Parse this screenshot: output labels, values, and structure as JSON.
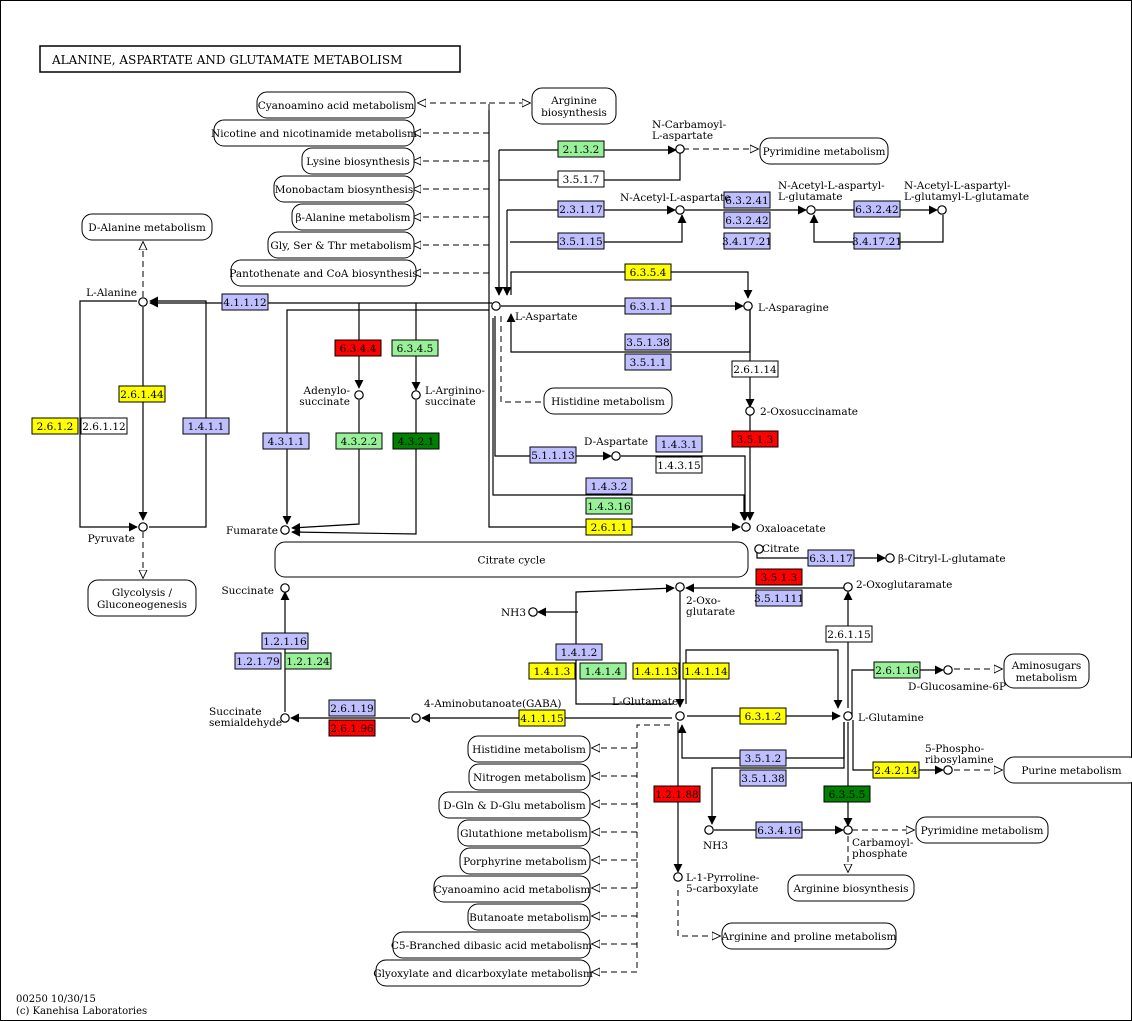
{
  "title": "ALANINE,  ASPARTATE  AND  GLUTAMATE  METABOLISM",
  "footer": {
    "line1": "00250 10/30/15",
    "line2": "(c) Kanehisa Laboratories"
  },
  "colors": {
    "yellow": "#ffff00",
    "lavender": "#bfbfff",
    "light-green": "#98f098",
    "red": "#ff0000",
    "dark-green": "#008000",
    "white": "#ffffff"
  },
  "pathways": [
    {
      "id": "pw-cyanoamino-top",
      "label": "Cyanoamino acid metabolism"
    },
    {
      "id": "pw-arginine-biosynthesis-top",
      "label": "Arginine biosynthesis"
    },
    {
      "id": "pw-nicotine",
      "label": "Nicotine and nicotinamide metabolism"
    },
    {
      "id": "pw-pyrimidine-top",
      "label": "Pyrimidine metabolism"
    },
    {
      "id": "pw-lysine",
      "label": "Lysine biosynthesis"
    },
    {
      "id": "pw-monobactam",
      "label": "Monobactam biosynthesis"
    },
    {
      "id": "pw-beta-alanine",
      "label": "β-Alanine metabolism"
    },
    {
      "id": "pw-d-alanine",
      "label": "D-Alanine metabolism"
    },
    {
      "id": "pw-gly-ser-thr",
      "label": "Gly, Ser & Thr metabolism"
    },
    {
      "id": "pw-pantothenate",
      "label": "Pantothenate and CoA biosynthesis"
    },
    {
      "id": "pw-histidine-top",
      "label": "Histidine metabolism"
    },
    {
      "id": "pw-glycolysis",
      "label": "Glycolysis / Gluconeogenesis"
    },
    {
      "id": "pw-citrate-cycle",
      "label": "Citrate cycle"
    },
    {
      "id": "pw-aminosugars",
      "label": "Aminosugars metabolism"
    },
    {
      "id": "pw-histidine",
      "label": "Histidine metabolism"
    },
    {
      "id": "pw-nitrogen",
      "label": "Nitrogen metabolism"
    },
    {
      "id": "pw-purine",
      "label": "Purine metabolism"
    },
    {
      "id": "pw-d-gln",
      "label": "D-Gln & D-Glu metabolism"
    },
    {
      "id": "pw-glutathione",
      "label": "Glutathione metabolism"
    },
    {
      "id": "pw-pyrimidine",
      "label": "Pyrimidine metabolism"
    },
    {
      "id": "pw-porphyrine",
      "label": "Porphyrine metabolism"
    },
    {
      "id": "pw-cyanoamino",
      "label": "Cyanoamino acid metabolism"
    },
    {
      "id": "pw-arginine-biosynthesis",
      "label": "Arginine biosynthesis"
    },
    {
      "id": "pw-butanoate",
      "label": "Butanoate metabolism"
    },
    {
      "id": "pw-arginine-proline",
      "label": "Arginine and proline metabolism"
    },
    {
      "id": "pw-c5-branched",
      "label": "C5-Branched dibasic acid metabolism"
    },
    {
      "id": "pw-glyoxylate",
      "label": "Glyoxylate and dicarboxylate metabolism"
    }
  ],
  "compounds": [
    {
      "id": "l-alanine",
      "label": "L-Alanine"
    },
    {
      "id": "pyruvate",
      "label": "Pyruvate"
    },
    {
      "id": "n-carbamoyl-l-aspartate",
      "label": "N-Carbamoyl-L-aspartate"
    },
    {
      "id": "n-acetyl-l-aspartate",
      "label": "N-Acetyl-L-aspartate"
    },
    {
      "id": "n-acetyl-aspartyl-glutamate",
      "label": "N-Acetyl-L-aspartyl-L-glutamate"
    },
    {
      "id": "n-acetyl-aspartyl-glutamyl-glutamate",
      "label": "N-Acetyl-L-aspartyl-L-glutamyl-L-glutamate"
    },
    {
      "id": "l-aspartate",
      "label": "L-Aspartate"
    },
    {
      "id": "l-asparagine",
      "label": "L-Asparagine"
    },
    {
      "id": "adenylosuccinate",
      "label": "Adenylo-succinate"
    },
    {
      "id": "l-argininosuccinate",
      "label": "L-Arginino-succinate"
    },
    {
      "id": "2-oxosuccinamate",
      "label": "2-Oxosuccinamate"
    },
    {
      "id": "d-aspartate",
      "label": "D-Aspartate"
    },
    {
      "id": "fumarate",
      "label": "Fumarate"
    },
    {
      "id": "oxaloacetate",
      "label": "Oxaloacetate"
    },
    {
      "id": "citrate",
      "label": "Citrate"
    },
    {
      "id": "beta-citryl-l-glutamate",
      "label": "β-Citryl-L-glutamate"
    },
    {
      "id": "succinate",
      "label": "Succinate"
    },
    {
      "id": "2-oxoglutarate",
      "label": "2-Oxo-glutarate"
    },
    {
      "id": "2-oxoglutaramate",
      "label": "2-Oxoglutaramate"
    },
    {
      "id": "nh3-top",
      "label": "NH3"
    },
    {
      "id": "d-glucosamine-6p",
      "label": "D-Glucosamine-6P"
    },
    {
      "id": "succinate-semialdehyde",
      "label": "Succinate semialdehyde"
    },
    {
      "id": "gaba",
      "label": "4-Aminobutanoate(GABA)"
    },
    {
      "id": "l-glutamate",
      "label": "L-Glutamate"
    },
    {
      "id": "l-glutamine",
      "label": "L-Glutamine"
    },
    {
      "id": "5-phosphoribosylamine",
      "label": "5-Phospho-ribosylamine"
    },
    {
      "id": "nh3-bottom",
      "label": "NH3"
    },
    {
      "id": "carbamoyl-phosphate",
      "label": "Carbamoyl-phosphate"
    },
    {
      "id": "l-1-pyrroline-5-carboxylate",
      "label": "L-1-Pyrroline-5-carboxylate"
    }
  ],
  "enzymes": [
    {
      "id": "e-2-1-3-2",
      "label": "2.1.3.2",
      "color": "light-green"
    },
    {
      "id": "e-3-5-1-7",
      "label": "3.5.1.7",
      "color": "white"
    },
    {
      "id": "e-2-3-1-17",
      "label": "2.3.1.17",
      "color": "lavender"
    },
    {
      "id": "e-6-3-2-41",
      "label": "6.3.2.41",
      "color": "lavender"
    },
    {
      "id": "e-6-3-2-42-a",
      "label": "6.3.2.42",
      "color": "lavender"
    },
    {
      "id": "e-6-3-2-42-b",
      "label": "6.3.2.42",
      "color": "lavender"
    },
    {
      "id": "e-3-5-1-15",
      "label": "3.5.1.15",
      "color": "lavender"
    },
    {
      "id": "e-3-4-17-21-a",
      "label": "3.4.17.21",
      "color": "lavender"
    },
    {
      "id": "e-3-4-17-21-b",
      "label": "3.4.17.21",
      "color": "lavender"
    },
    {
      "id": "e-6-3-5-4",
      "label": "6.3.5.4",
      "color": "yellow"
    },
    {
      "id": "e-4-1-1-12",
      "label": "4.1.1.12",
      "color": "lavender"
    },
    {
      "id": "e-6-3-1-1",
      "label": "6.3.1.1",
      "color": "lavender"
    },
    {
      "id": "e-6-3-4-4",
      "label": "6.3.4.4",
      "color": "red"
    },
    {
      "id": "e-6-3-4-5",
      "label": "6.3.4.5",
      "color": "light-green"
    },
    {
      "id": "e-3-5-1-38-a",
      "label": "3.5.1.38",
      "color": "lavender"
    },
    {
      "id": "e-3-5-1-1",
      "label": "3.5.1.1",
      "color": "lavender"
    },
    {
      "id": "e-2-6-1-14",
      "label": "2.6.1.14",
      "color": "white"
    },
    {
      "id": "e-2-6-1-44",
      "label": "2.6.1.44",
      "color": "yellow"
    },
    {
      "id": "e-2-6-1-2",
      "label": "2.6.1.2",
      "color": "yellow"
    },
    {
      "id": "e-2-6-1-12",
      "label": "2.6.1.12",
      "color": "white"
    },
    {
      "id": "e-1-4-1-1",
      "label": "1.4.1.1",
      "color": "lavender"
    },
    {
      "id": "e-4-3-1-1",
      "label": "4.3.1.1",
      "color": "lavender"
    },
    {
      "id": "e-4-3-2-2",
      "label": "4.3.2.2",
      "color": "light-green"
    },
    {
      "id": "e-4-3-2-1",
      "label": "4.3.2.1",
      "color": "dark-green"
    },
    {
      "id": "e-1-4-3-1",
      "label": "1.4.3.1",
      "color": "lavender"
    },
    {
      "id": "e-5-1-1-13",
      "label": "5.1.1.13",
      "color": "lavender"
    },
    {
      "id": "e-1-4-3-15",
      "label": "1.4.3.15",
      "color": "white"
    },
    {
      "id": "e-3-5-1-3-a",
      "label": "3.5.1.3",
      "color": "red"
    },
    {
      "id": "e-1-4-3-2",
      "label": "1.4.3.2",
      "color": "lavender"
    },
    {
      "id": "e-1-4-3-16",
      "label": "1.4.3.16",
      "color": "light-green"
    },
    {
      "id": "e-2-6-1-1",
      "label": "2.6.1.1",
      "color": "yellow"
    },
    {
      "id": "e-6-3-1-17",
      "label": "6.3.1.17",
      "color": "lavender"
    },
    {
      "id": "e-3-5-1-3-b",
      "label": "3.5.1.3",
      "color": "red"
    },
    {
      "id": "e-3-5-1-111",
      "label": "3.5.1.111",
      "color": "lavender"
    },
    {
      "id": "e-1-2-1-16",
      "label": "1.2.1.16",
      "color": "lavender"
    },
    {
      "id": "e-1-2-1-79",
      "label": "1.2.1.79",
      "color": "lavender"
    },
    {
      "id": "e-1-2-1-24",
      "label": "1.2.1.24",
      "color": "light-green"
    },
    {
      "id": "e-1-4-1-2",
      "label": "1.4.1.2",
      "color": "lavender"
    },
    {
      "id": "e-1-4-1-3",
      "label": "1.4.1.3",
      "color": "yellow"
    },
    {
      "id": "e-1-4-1-4",
      "label": "1.4.1.4",
      "color": "light-green"
    },
    {
      "id": "e-1-4-1-13",
      "label": "1.4.1.13",
      "color": "yellow"
    },
    {
      "id": "e-1-4-1-14",
      "label": "1.4.1.14",
      "color": "yellow"
    },
    {
      "id": "e-2-6-1-15",
      "label": "2.6.1.15",
      "color": "white"
    },
    {
      "id": "e-2-6-1-16",
      "label": "2.6.1.16",
      "color": "light-green"
    },
    {
      "id": "e-2-6-1-19",
      "label": "2.6.1.19",
      "color": "lavender"
    },
    {
      "id": "e-2-6-1-96",
      "label": "2.6.1.96",
      "color": "red"
    },
    {
      "id": "e-4-1-1-15",
      "label": "4.1.1.15",
      "color": "yellow"
    },
    {
      "id": "e-6-3-1-2",
      "label": "6.3.1.2",
      "color": "yellow"
    },
    {
      "id": "e-3-5-1-2",
      "label": "3.5.1.2",
      "color": "lavender"
    },
    {
      "id": "e-3-5-1-38-b",
      "label": "3.5.1.38",
      "color": "lavender"
    },
    {
      "id": "e-2-4-2-14",
      "label": "2.4.2.14",
      "color": "yellow"
    },
    {
      "id": "e-1-2-1-88",
      "label": "1.2.1.88",
      "color": "red"
    },
    {
      "id": "e-6-3-5-5",
      "label": "6.3.5.5",
      "color": "dark-green"
    },
    {
      "id": "e-6-3-4-16",
      "label": "6.3.4.16",
      "color": "lavender"
    }
  ]
}
